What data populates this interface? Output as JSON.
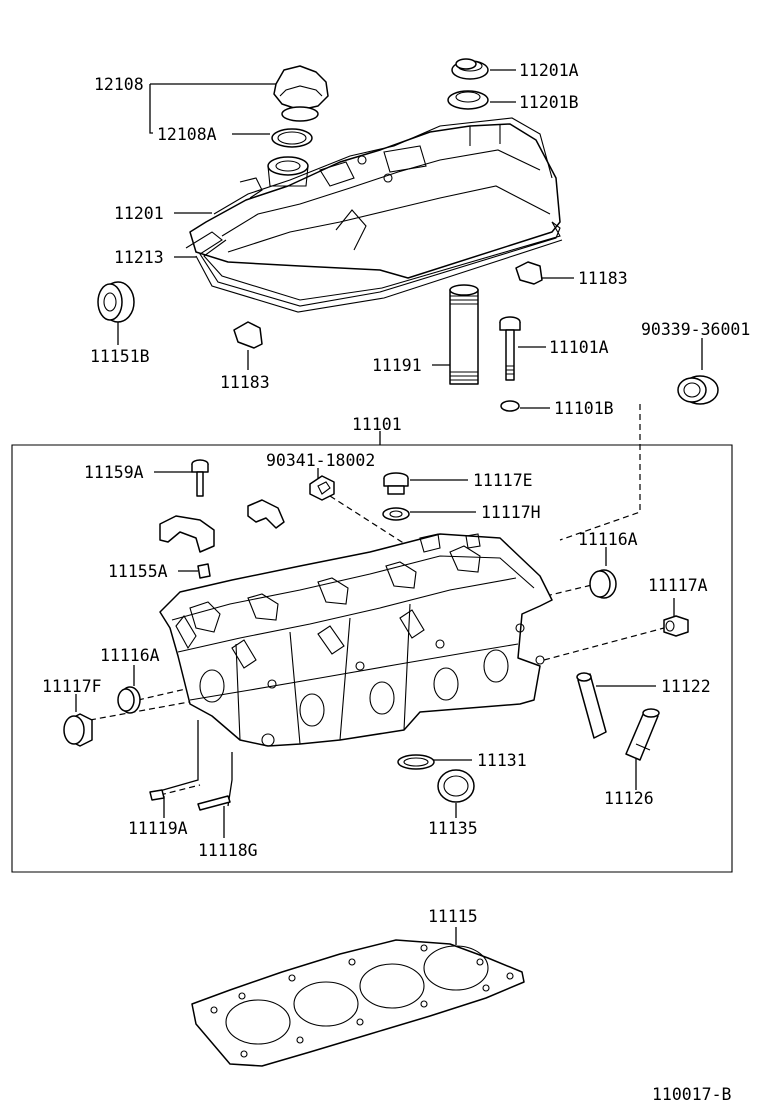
{
  "diagram": {
    "figure_code": "110017-B",
    "callouts": {
      "p12108": "12108",
      "p12108A": "12108A",
      "p11201A": "11201A",
      "p11201B": "11201B",
      "p11201": "11201",
      "p11213": "11213",
      "p11183_right": "11183",
      "p11151B": "11151B",
      "p11183_left": "11183",
      "p11191": "11191",
      "p11101A": "11101A",
      "p90339": "90339-36001",
      "p11101B": "11101B",
      "p11101": "11101",
      "p11159A": "11159A",
      "p90341": "90341-18002",
      "p11117E": "11117E",
      "p11117H": "11117H",
      "p11116A_right": "11116A",
      "p11155A": "11155A",
      "p11117A": "11117A",
      "p11116A_left": "11116A",
      "p11117F": "11117F",
      "p11122": "11122",
      "p11131": "11131",
      "p11126": "11126",
      "p11119A": "11119A",
      "p11135": "11135",
      "p11118G": "11118G",
      "p11115": "11115"
    }
  }
}
